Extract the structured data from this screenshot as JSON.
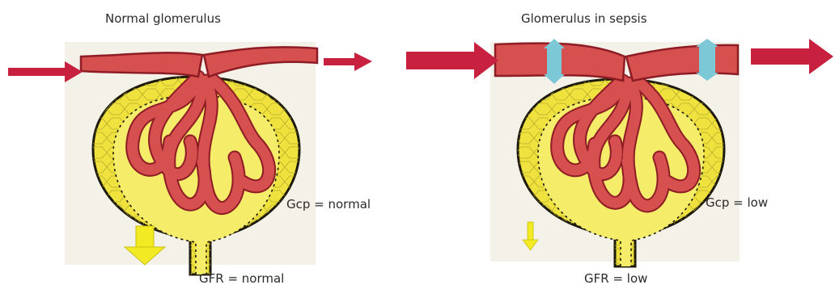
{
  "panels": [
    {
      "title": "Normal glomerulus",
      "gcp_label": "Gcp = normal",
      "gfr_label": "GFR = normal",
      "gfr_level": "normal",
      "efferent_constricted": false
    },
    {
      "title": "Glomerulus in sepsis",
      "gcp_label": "Gcp = low",
      "gfr_label": "GFR = low",
      "gfr_level": "low",
      "efferent_constricted": true
    }
  ],
  "colors": {
    "flow_arrow": "#c8213f",
    "vessel": "#d5504f",
    "vessel_dark": "#8e1c24",
    "capsule": "#efe23f",
    "capsule_edge": "#1d1a0c",
    "background_paper": "#f4f2e8",
    "gfr_arrow": "#f2ea22",
    "constriction": "#7dc8d6"
  }
}
